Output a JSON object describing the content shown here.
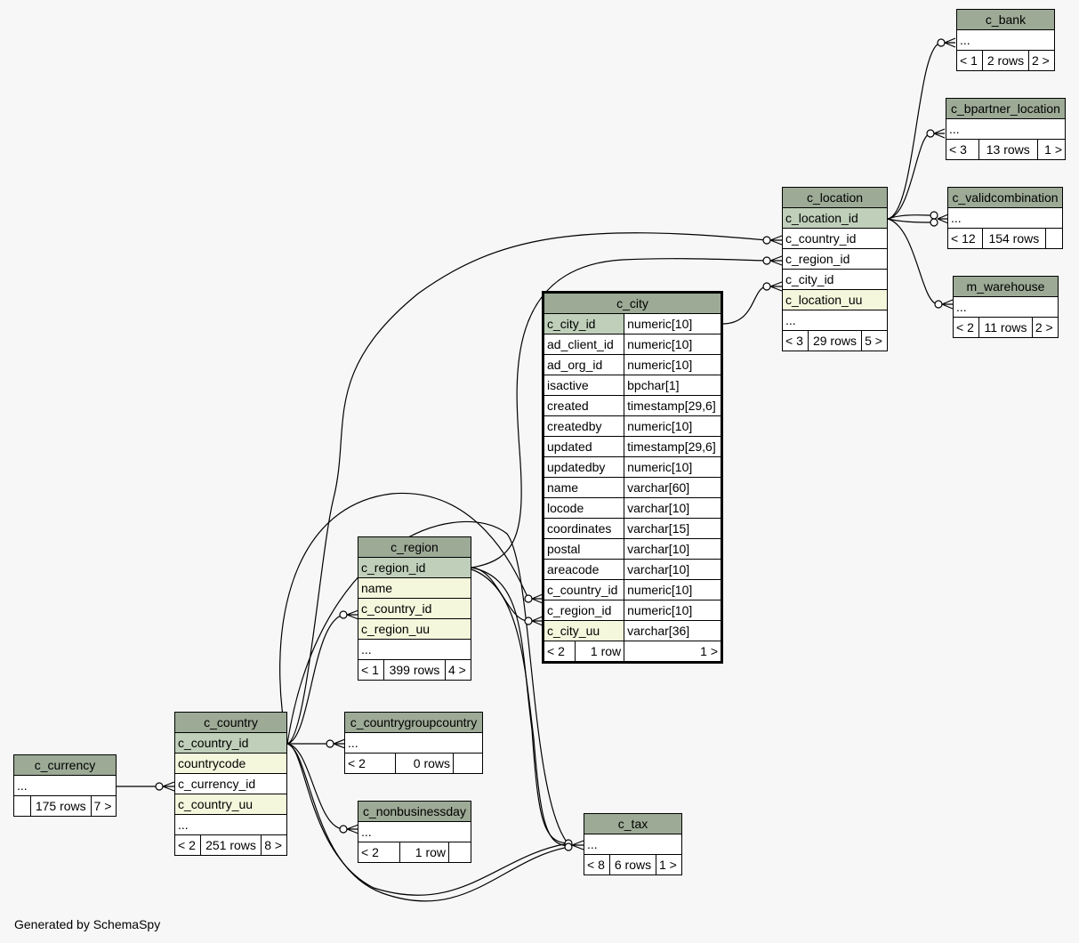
{
  "footer": "Generated by SchemaSpy",
  "tables": {
    "c_bank": {
      "name": "c_bank",
      "ellipsis": "...",
      "prev": "< 1",
      "rows": "2 rows",
      "next": "2 >"
    },
    "c_bpartner_location": {
      "name": "c_bpartner_location",
      "ellipsis": "...",
      "prev": "< 3",
      "rows": "13 rows",
      "next": "1 >"
    },
    "c_validcombination": {
      "name": "c_validcombination",
      "ellipsis": "...",
      "prev": "< 12",
      "rows": "154 rows",
      "next": ""
    },
    "m_warehouse": {
      "name": "m_warehouse",
      "ellipsis": "...",
      "prev": "< 2",
      "rows": "11 rows",
      "next": "2 >"
    },
    "c_location": {
      "name": "c_location",
      "columns": [
        "c_location_id",
        "c_country_id",
        "c_region_id",
        "c_city_id",
        "c_location_uu"
      ],
      "ellipsis": "...",
      "prev": "< 3",
      "rows": "29 rows",
      "next": "5 >"
    },
    "c_city": {
      "name": "c_city",
      "columns": [
        {
          "name": "c_city_id",
          "type": "numeric[10]"
        },
        {
          "name": "ad_client_id",
          "type": "numeric[10]"
        },
        {
          "name": "ad_org_id",
          "type": "numeric[10]"
        },
        {
          "name": "isactive",
          "type": "bpchar[1]"
        },
        {
          "name": "created",
          "type": "timestamp[29,6]"
        },
        {
          "name": "createdby",
          "type": "numeric[10]"
        },
        {
          "name": "updated",
          "type": "timestamp[29,6]"
        },
        {
          "name": "updatedby",
          "type": "numeric[10]"
        },
        {
          "name": "name",
          "type": "varchar[60]"
        },
        {
          "name": "locode",
          "type": "varchar[10]"
        },
        {
          "name": "coordinates",
          "type": "varchar[15]"
        },
        {
          "name": "postal",
          "type": "varchar[10]"
        },
        {
          "name": "areacode",
          "type": "varchar[10]"
        },
        {
          "name": "c_country_id",
          "type": "numeric[10]"
        },
        {
          "name": "c_region_id",
          "type": "numeric[10]"
        },
        {
          "name": "c_city_uu",
          "type": "varchar[36]"
        }
      ],
      "prev": "< 2",
      "rows": "1 row",
      "next": "1 >"
    },
    "c_region": {
      "name": "c_region",
      "columns": [
        "c_region_id",
        "name",
        "c_country_id",
        "c_region_uu"
      ],
      "ellipsis": "...",
      "prev": "< 1",
      "rows": "399 rows",
      "next": "4 >"
    },
    "c_countrygroupcountry": {
      "name": "c_countrygroupcountry",
      "ellipsis": "...",
      "prev": "< 2",
      "rows": "0 rows",
      "next": ""
    },
    "c_nonbusinessday": {
      "name": "c_nonbusinessday",
      "ellipsis": "...",
      "prev": "< 2",
      "rows": "1 row",
      "next": ""
    },
    "c_country": {
      "name": "c_country",
      "columns": [
        "c_country_id",
        "countrycode",
        "c_currency_id",
        "c_country_uu"
      ],
      "ellipsis": "...",
      "prev": "< 2",
      "rows": "251 rows",
      "next": "8 >"
    },
    "c_currency": {
      "name": "c_currency",
      "ellipsis": "...",
      "prev": "",
      "rows": "175 rows",
      "next": "7 >"
    },
    "c_tax": {
      "name": "c_tax",
      "ellipsis": "...",
      "prev": "< 8",
      "rows": "6 rows",
      "next": "1 >"
    }
  }
}
